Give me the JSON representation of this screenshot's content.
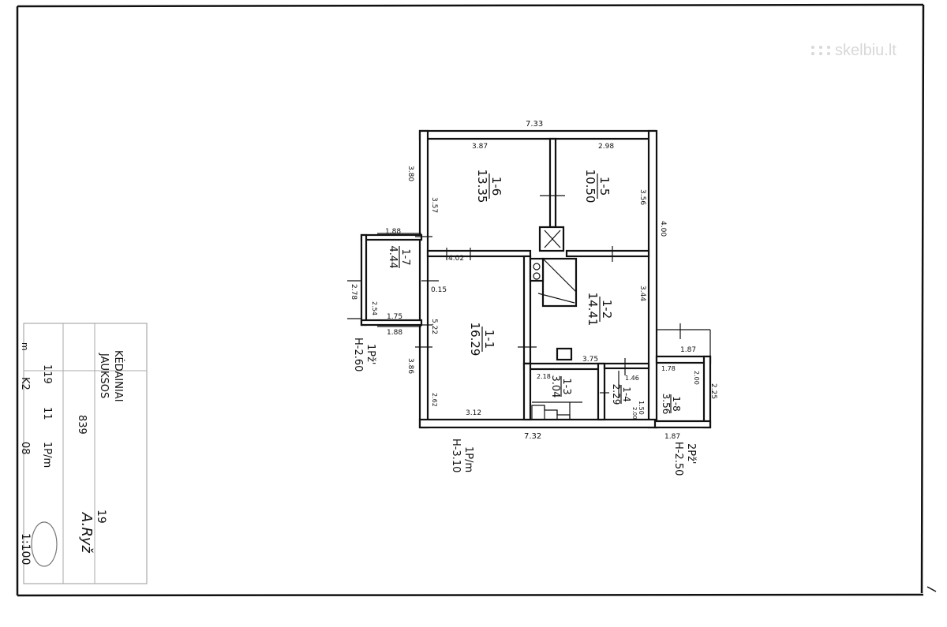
{
  "watermark": "skelbiu.lt",
  "rooms": {
    "r16": {
      "id": "1-6",
      "area": "13.35"
    },
    "r15": {
      "id": "1-5",
      "area": "10.50"
    },
    "r17": {
      "id": "1-7",
      "area": "4.44"
    },
    "r11": {
      "id": "1-1",
      "area": "16.29"
    },
    "r12": {
      "id": "1-2",
      "area": "14.41"
    },
    "r13": {
      "id": "1-3",
      "area": "3.04"
    },
    "r14": {
      "id": "1-4",
      "area": "2.29"
    },
    "r18": {
      "id": "1-8",
      "area": "3.56"
    }
  },
  "dims": {
    "d733": "7.33",
    "d387": "3.87",
    "d298": "2.98",
    "d380": "3.80",
    "d357": "3.57",
    "d356": "3.56",
    "d400": "4.00",
    "d188a": "1.88",
    "d402": "4.02",
    "d015": "0.15",
    "d278": "2.78",
    "d254": "2.54",
    "d175": "1.75",
    "d188b": "1.88",
    "d522": "5.22",
    "d344": "3.44",
    "d375": "3.75",
    "d218": "2.18",
    "d146": "1.46",
    "d150": "1.50",
    "d200s": "2.00",
    "d187a": "1.87",
    "d178": "1.78",
    "d200": "2.00",
    "d225": "2.25",
    "d386": "3.86",
    "d262": "2.62",
    "d312": "3.12",
    "d732": "7.32",
    "d187b": "1.87"
  },
  "heights": {
    "main_label": "1P/m",
    "main_h": "H-3.10",
    "left_label": "1Pž'",
    "left_h": "H-2.60",
    "right_label": "2Pž'",
    "right_h": "H-2.50"
  },
  "stamp": {
    "title": "KĖDAINIAI",
    "subtitle": "JAUKSOS",
    "number": "839",
    "code1": "11",
    "code2": "119",
    "code3": "1P/m",
    "code4": "K2",
    "code5": "08",
    "scale": "1:100",
    "year": "19",
    "signature": "A.Ryž",
    "m": "m"
  }
}
